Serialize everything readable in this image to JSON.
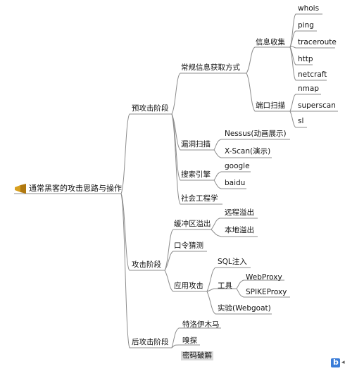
{
  "root": {
    "label": "通常黑客的攻击思路与操作",
    "icon": "horn-icon"
  },
  "branches": {
    "pre_attack": {
      "label": "预攻击阶段",
      "info_gathering": {
        "label": "常规信息获取方式",
        "info_collect": {
          "label": "信息收集",
          "items": [
            "whois",
            "ping",
            "traceroute",
            "http",
            "netcraft"
          ]
        },
        "port_scan": {
          "label": "端口扫描",
          "items": [
            "nmap",
            "superscan",
            "sl"
          ]
        }
      },
      "vuln_scan": {
        "label": "漏洞扫描",
        "items": [
          "Nessus(动画展示)",
          "X-Scan(演示)"
        ]
      },
      "search_engine": {
        "label": "搜索引擎",
        "items": [
          "google",
          "baidu"
        ]
      },
      "social_engineering": {
        "label": "社会工程学"
      }
    },
    "attack": {
      "label": "攻击阶段",
      "buffer_overflow": {
        "label": "缓冲区溢出",
        "items": [
          "远程溢出",
          "本地溢出"
        ]
      },
      "password_guess": {
        "label": "口令猜测"
      },
      "app_attack": {
        "label": "应用攻击",
        "sql": "SQL注入",
        "tools": {
          "label": "工具",
          "items": [
            "WebProxy",
            "SPIKEProxy"
          ]
        },
        "webgoat": "实验(Webgoat)"
      }
    },
    "post_attack": {
      "label": "后攻击阶段",
      "items": [
        "特洛伊木马",
        "嗅探",
        "密码破解"
      ]
    }
  },
  "colors": {
    "line": "#8c8c8c",
    "highlight": "#d9d9d9",
    "share": "#3b7dd8"
  },
  "corner_icons": [
    "share-icon",
    "collapse-icon"
  ],
  "collapse_glyph": "◂"
}
